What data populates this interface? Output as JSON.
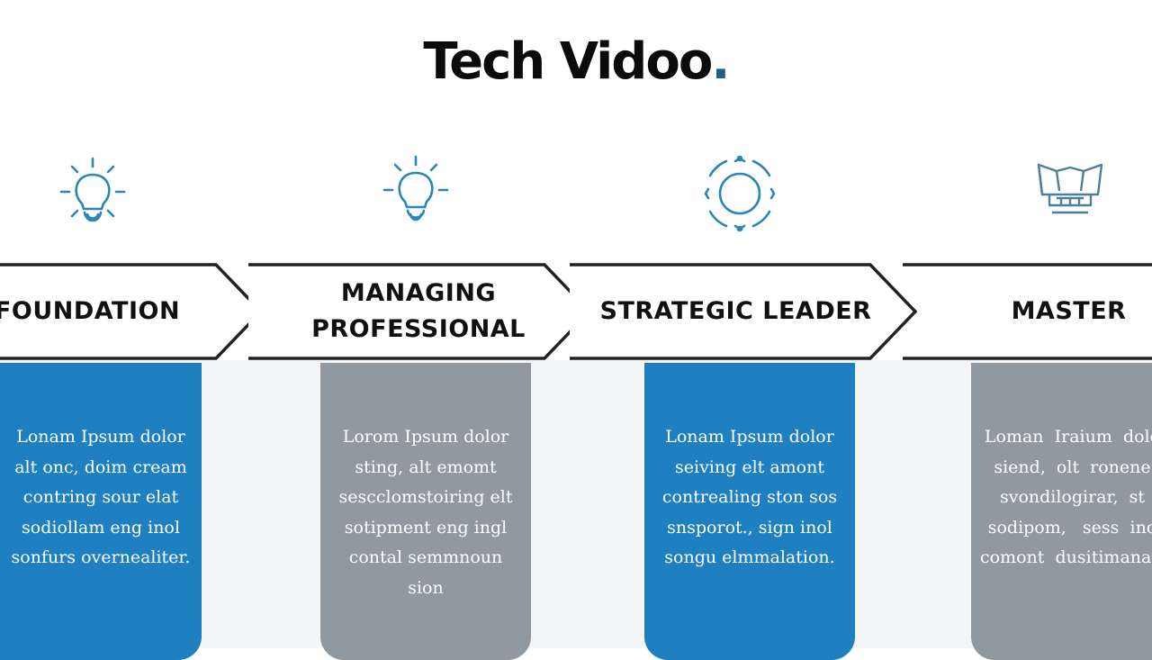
{
  "header": {
    "title_main": "Tech Vidoo",
    "title_dot": "."
  },
  "steps": [
    {
      "label": "FOUNDATION",
      "icon": "lightbulb-icon",
      "color": "#1e7fc1",
      "text": "Lonam Ipsum dolor\nalt onc, doim cream\ncontring sour elat\nsodiollam  eng  inol\nsonfurs  overnealiter."
    },
    {
      "label": "MANAGING\nPROFESSIONAL",
      "icon": "lightbulb-icon",
      "color": "#8f999f",
      "text": "Lorom Ipsum dolor\nsting, alt emomt\nsescclomstoiring  elt\nsotipment   eng  ingl\ncontal   semmnoun\nsion"
    },
    {
      "label": "STRATEGIC LEADER",
      "icon": "cycle-icon",
      "color": "#1e7fc1",
      "text": "Lonam Ipsum dolor\nseiving  elt amont\ncontrealing  ston  sos\nsnsporot.,  sign  inol\nsongu   elmmalation."
    },
    {
      "label": "MASTER",
      "icon": "mastery-icon",
      "color": "#8f999f",
      "text": "Loman  Iraium  dolo\nsiend,  olt  ronene\nsvondilogirar,  st\nsodipom,   sess  ino\ncomont  dusitimanatic"
    }
  ]
}
